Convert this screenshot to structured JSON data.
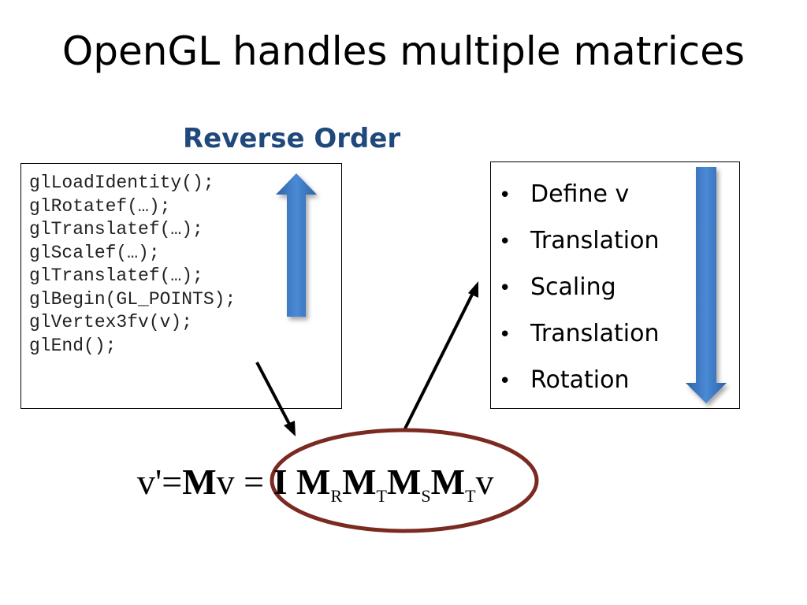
{
  "slide": {
    "title": "OpenGL handles multiple matrices",
    "subtitle": "Reverse Order"
  },
  "code": {
    "lines": [
      "glLoadIdentity();",
      "glRotatef(…);",
      "glTranslatef(…);",
      "glScalef(…);",
      "glTranslatef(…);",
      "glBegin(GL_POINTS);",
      "glVertex3fv(v);",
      "glEnd();"
    ]
  },
  "steps": {
    "bullet": "•",
    "items": [
      "Define v",
      "Translation",
      "Scaling",
      "Translation",
      "Rotation"
    ]
  },
  "formula": {
    "lhs": "v'=",
    "m": "M",
    "v": "v",
    "eq": " = ",
    "identity": "I",
    "m1": "M",
    "s1": "R",
    "m2": "M",
    "s2": "T",
    "m3": "M",
    "s3": "S",
    "m4": "M",
    "s4": "T",
    "end": "v"
  },
  "colors": {
    "arrow_blue": "#3a78c8",
    "ellipse": "#7b2a22",
    "subtitle": "#1f497d"
  }
}
